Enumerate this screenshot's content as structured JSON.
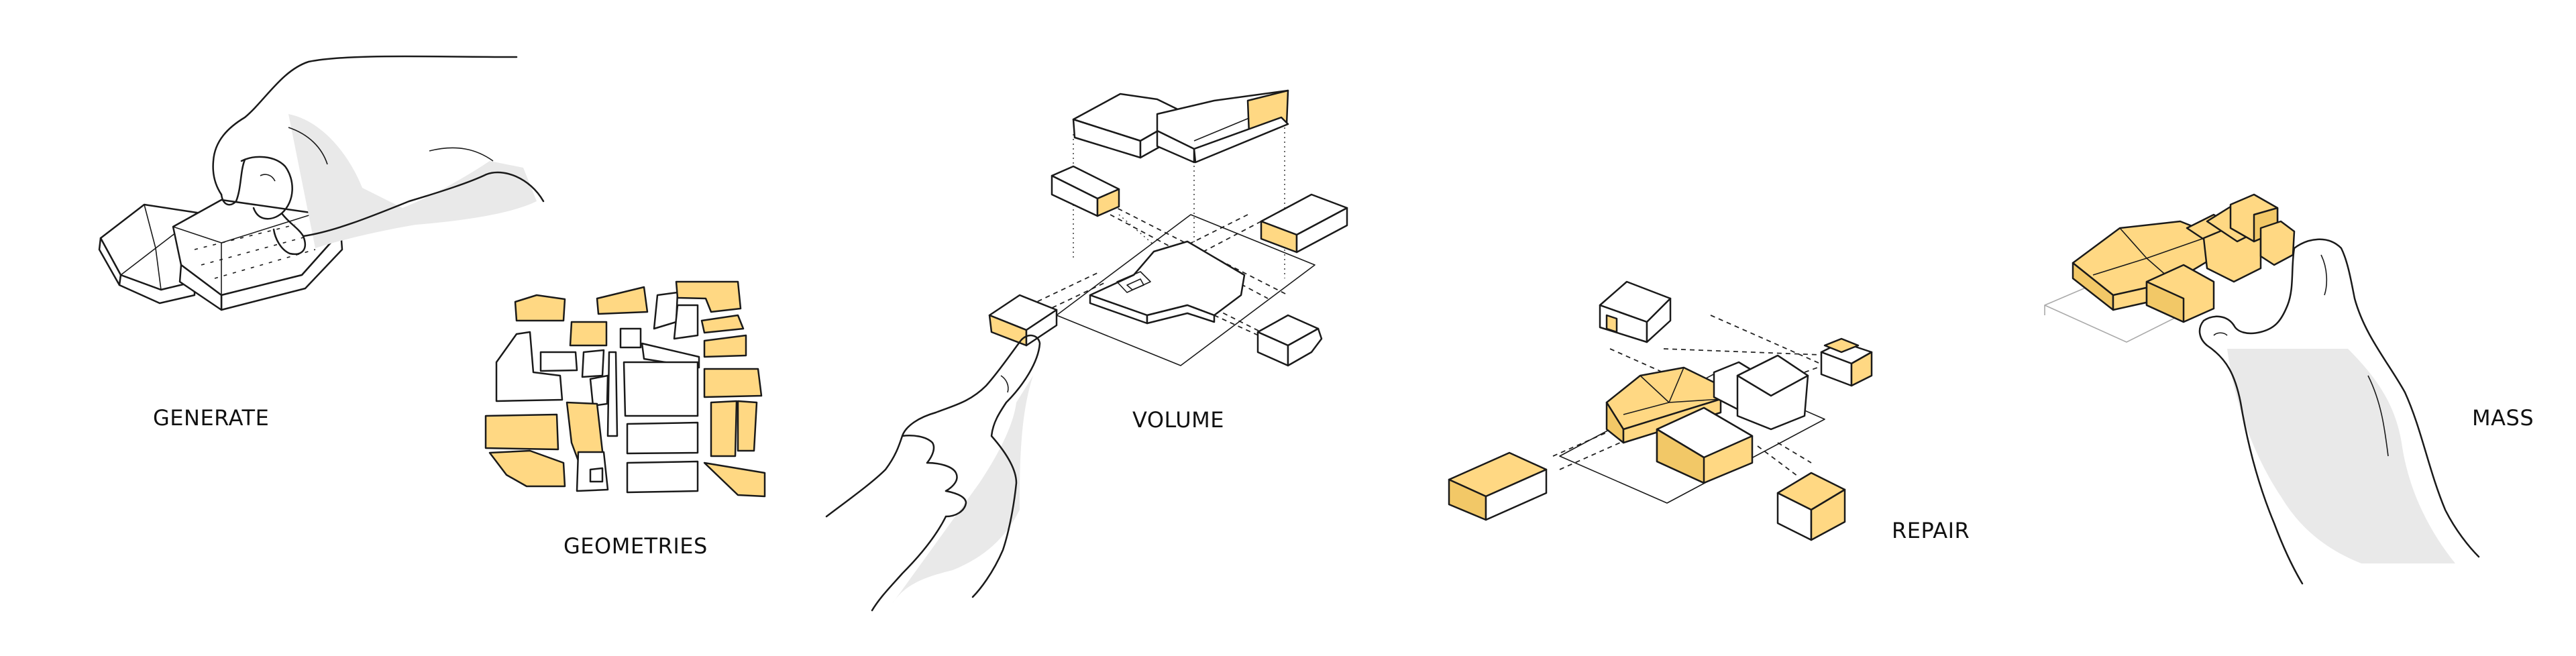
{
  "labels": {
    "generate": "GENERATE",
    "geometries": "GEOMETRIES",
    "volume": "VOLUME",
    "repair": "REPAIR",
    "mass": "MASS"
  },
  "colors": {
    "accent": "#FFD883",
    "stroke": "#1a1a1a",
    "shadow": "#e6e6e6",
    "background": "#ffffff"
  },
  "icons": {
    "hand_generate": "hand-pinch-icon",
    "hand_volume": "hand-point-icon",
    "hand_mass": "hand-hold-icon"
  }
}
